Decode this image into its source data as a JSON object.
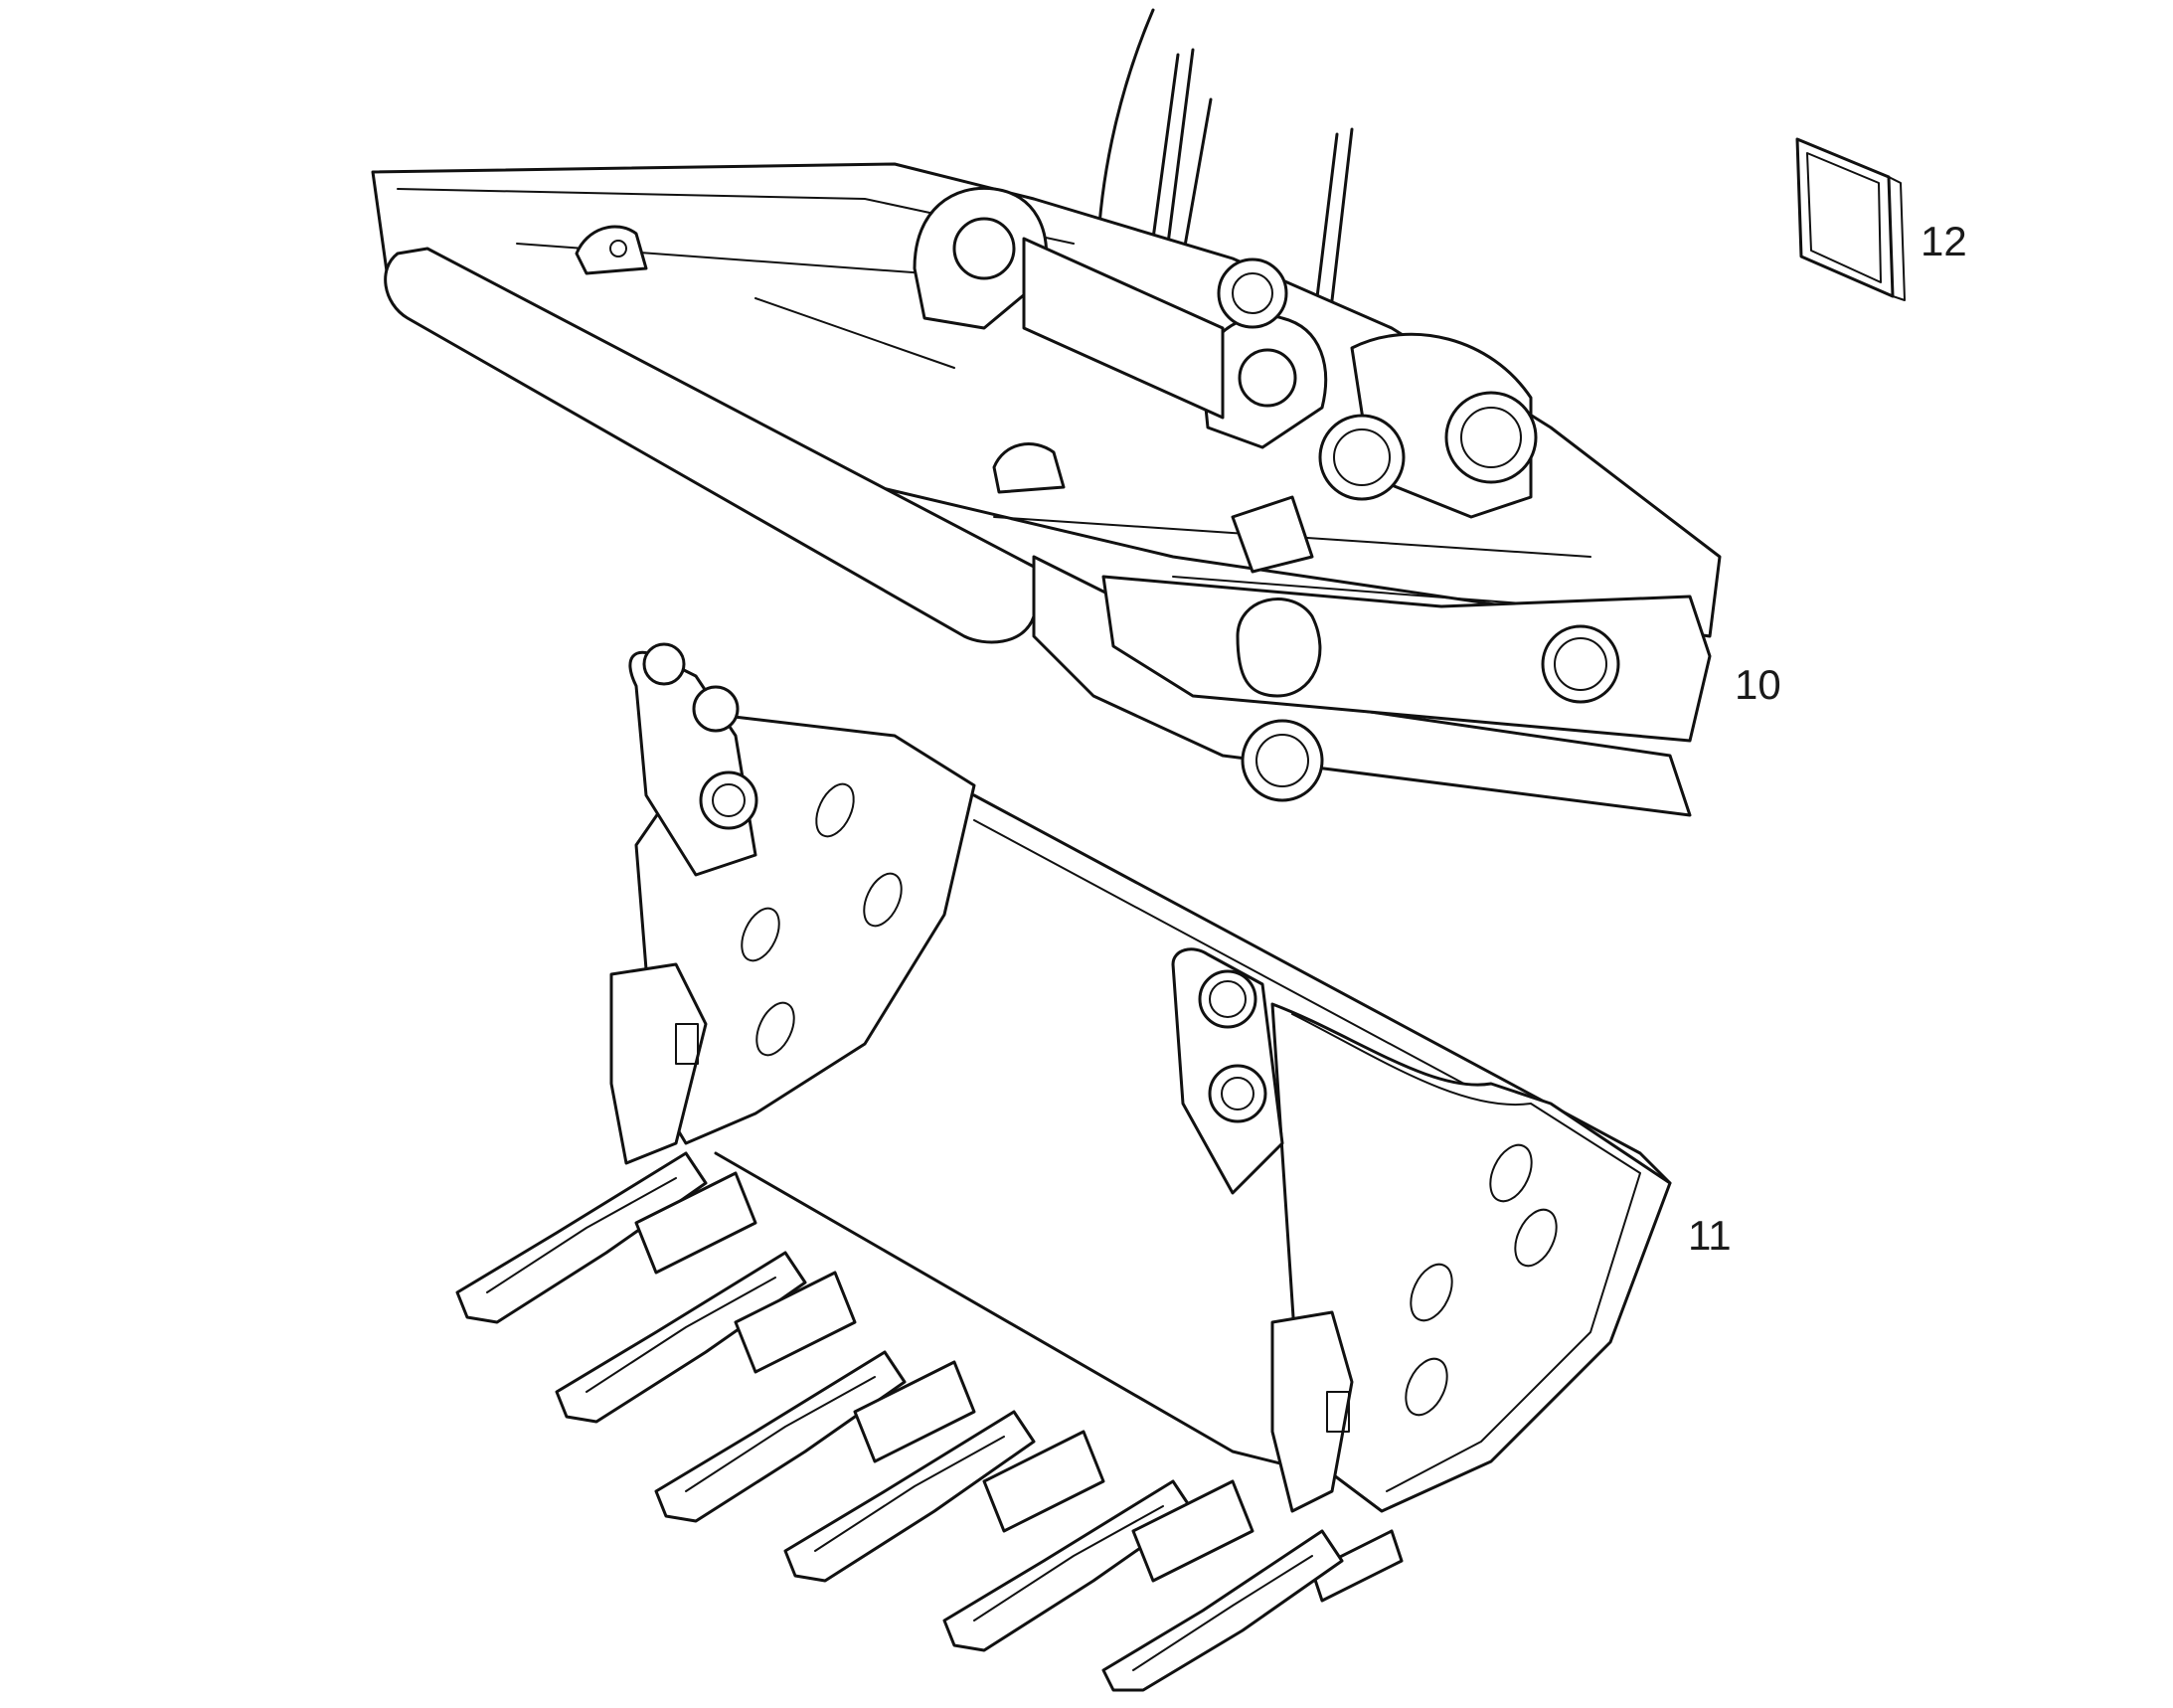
{
  "callouts": {
    "frame": "10",
    "bucket": "11",
    "decal": "12"
  },
  "colors": {
    "line": "#111111",
    "background": "#ffffff"
  }
}
